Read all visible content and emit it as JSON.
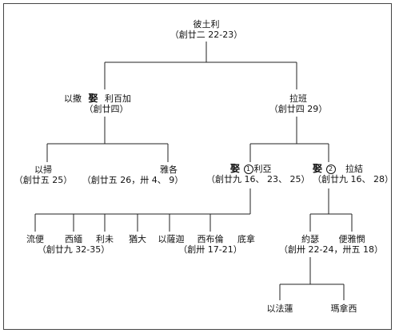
{
  "tree": {
    "root": {
      "name": "彼土利",
      "ref": "（創廿二 22-23）"
    },
    "nahor": {
      "prefix": "以撒",
      "marry": "娶",
      "name": "利百加",
      "ref": "（創廿四）"
    },
    "laban": {
      "name": "拉班",
      "ref": "（創廿四 29）"
    },
    "esau": {
      "name": "以掃",
      "ref": "（創廿五 25）"
    },
    "jacob": {
      "name": "雅各",
      "ref": "（創廿五 26，卅 4、 9）"
    },
    "leah": {
      "marry": "娶",
      "num": "1",
      "name": "利亞",
      "ref": "（創廿九 16、 23、 25）"
    },
    "rachel": {
      "marry": "娶",
      "num": "2",
      "name": "拉結",
      "ref": "（創廿九 16、 28）"
    },
    "sons_leah": [
      {
        "name": "流便",
        "ref": ""
      },
      {
        "name": "西緬",
        "ref": "（創廿九 32-35）"
      },
      {
        "name": "利未",
        "ref": ""
      },
      {
        "name": "猶大",
        "ref": ""
      },
      {
        "name": "以薩迦",
        "ref": ""
      },
      {
        "name": "西布倫",
        "ref": "（創卅 17-21）"
      },
      {
        "name": "底拿",
        "ref": ""
      }
    ],
    "sons_rachel": [
      {
        "name": "約瑟",
        "ref": ""
      },
      {
        "name": "便雅憫",
        "ref": ""
      }
    ],
    "joseph_ref": "（創卅 22-24，卅五 18）",
    "grandsons": [
      {
        "name": "以法蓮"
      },
      {
        "name": "瑪拿西"
      }
    ]
  }
}
